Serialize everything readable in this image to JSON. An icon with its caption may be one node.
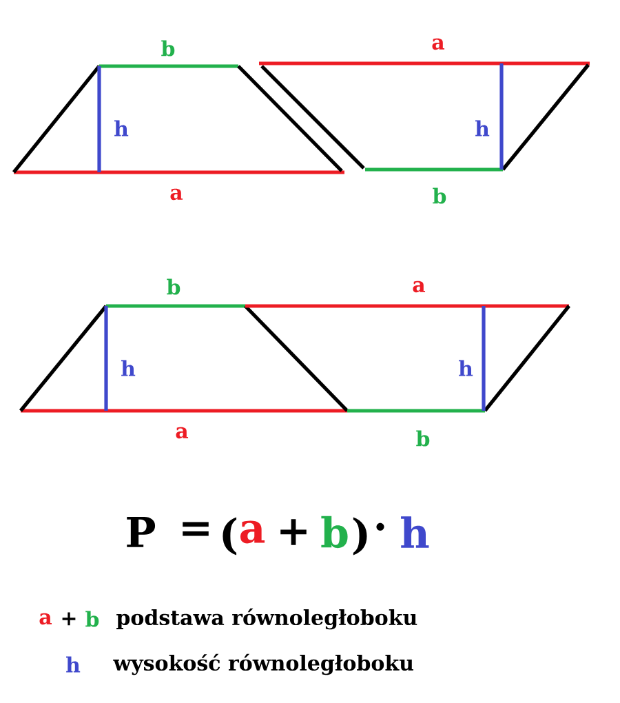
{
  "diagram": {
    "labels": [
      "b",
      "h",
      "a",
      "a",
      "h",
      "b",
      "b",
      "h",
      "a",
      "a",
      "h",
      "b",
      "P",
      "=",
      "(",
      "a",
      "+",
      "b",
      ")",
      "·",
      "h",
      "a",
      "+",
      "b",
      "podstawa równoległoboku",
      "h",
      "wysokość równoległoboku"
    ]
  }
}
